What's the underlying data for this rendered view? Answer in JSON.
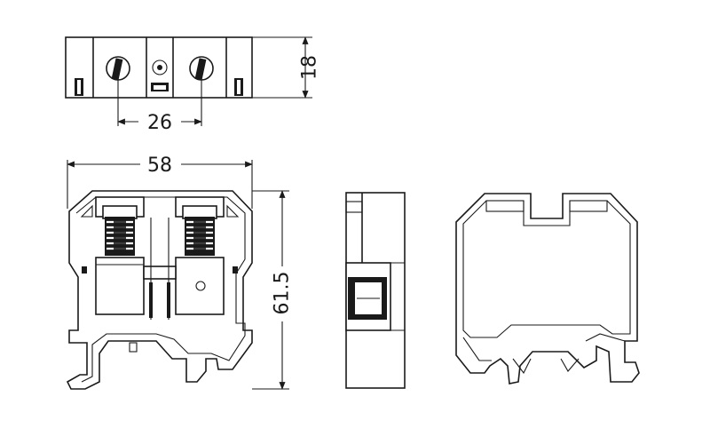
{
  "dimensions": {
    "top_height": "18",
    "screw_spacing": "26",
    "overall_width": "58",
    "overall_height": "61.5"
  },
  "colors": {
    "line": "#1a1a1a",
    "background": "#ffffff"
  }
}
